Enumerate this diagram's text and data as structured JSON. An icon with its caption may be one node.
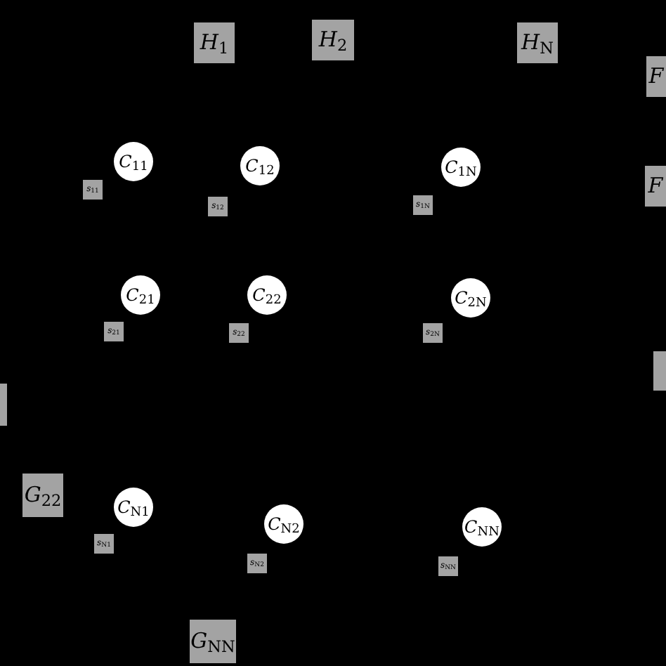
{
  "diagram": {
    "nodes": [
      {
        "text": [
          "*H*$_{1}$"
        ]
      },
      {
        "text": [
          "*H*$_{2}$"
        ]
      },
      {
        "text": [
          "*H*$_{N}$"
        ]
      },
      {
        "text": [
          "*F*"
        ]
      },
      {
        "text": [
          "*C*$_{11}$"
        ]
      },
      {
        "text": [
          "*C*$_{12}$"
        ]
      },
      {
        "text": [
          "*C*$_{1N}$"
        ]
      },
      {
        "text": [
          "*F*"
        ]
      },
      {
        "text": [
          "*s*$_{11}$"
        ]
      },
      {
        "text": [
          "*s*$_{12}$"
        ]
      },
      {
        "text": [
          "*s*$_{1N}$"
        ]
      },
      {
        "text": [
          "*C*$_{21}$"
        ]
      },
      {
        "text": [
          "*C*$_{22}$"
        ]
      },
      {
        "text": [
          "*C*$_{2N}$"
        ]
      },
      {
        "text": [
          "*s*$_{21}$"
        ]
      },
      {
        "text": [
          "*s*$_{22}$"
        ]
      },
      {
        "text": [
          "*s*$_{2N}$"
        ]
      },
      {
        "text": [],
        "shape": "box"
      },
      {
        "text": [],
        "shape": "box"
      },
      {
        "text": [
          "*G*$_{22}$"
        ]
      },
      {
        "text": [
          "*C*$_{N1}$"
        ]
      },
      {
        "text": [
          "*C*$_{N2}$"
        ]
      },
      {
        "text": [
          "*C*$_{NN}$"
        ]
      },
      {
        "text": [
          "*s*$_{N1}$"
        ]
      },
      {
        "text": [
          "*s*$_{N2}$"
        ]
      },
      {
        "text": [
          "*s*$_{NN}$"
        ]
      },
      {
        "text": [
          "*G*$_{NN}$"
        ]
      }
    ]
  }
}
